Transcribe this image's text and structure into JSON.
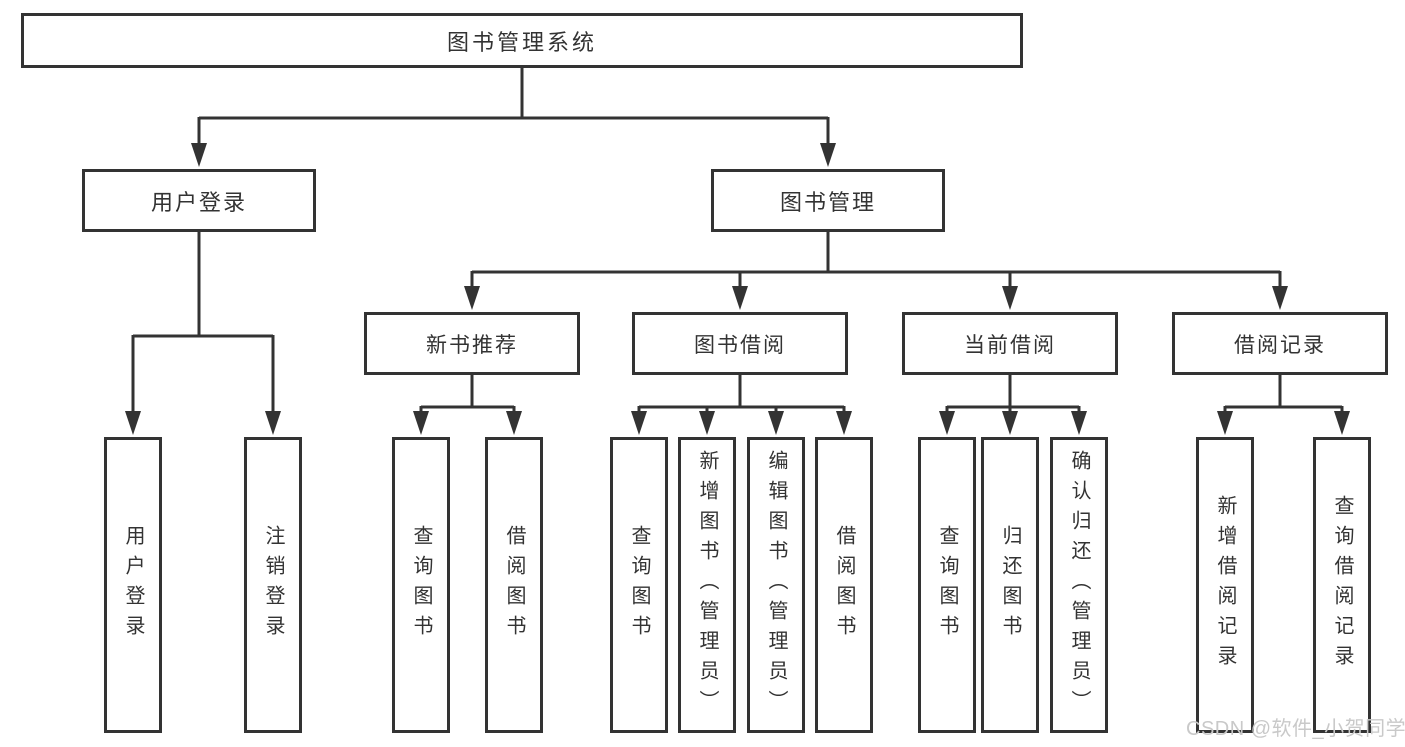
{
  "diagram": {
    "root": {
      "label": "图书管理系统",
      "children": [
        {
          "label": "用户登录",
          "children": [
            {
              "label": "用户登录"
            },
            {
              "label": "注销登录"
            }
          ]
        },
        {
          "label": "图书管理",
          "children": [
            {
              "label": "新书推荐",
              "children": [
                {
                  "label": "查询图书"
                },
                {
                  "label": "借阅图书"
                }
              ]
            },
            {
              "label": "图书借阅",
              "children": [
                {
                  "label": "查询图书"
                },
                {
                  "label": "新增图书（管理员）"
                },
                {
                  "label": "编辑图书（管理员）"
                },
                {
                  "label": "借阅图书"
                }
              ]
            },
            {
              "label": "当前借阅",
              "children": [
                {
                  "label": "查询图书"
                },
                {
                  "label": "归还图书"
                },
                {
                  "label": "确认归还（管理员）"
                }
              ]
            },
            {
              "label": "借阅记录",
              "children": [
                {
                  "label": "新增借阅记录"
                },
                {
                  "label": "查询借阅记录"
                }
              ]
            }
          ]
        }
      ]
    }
  },
  "watermark": {
    "text": "CSDN @软件_小贺同学",
    "color": "#c9c9c9"
  },
  "colors": {
    "line": "#333333",
    "box_border": "#333333",
    "text": "#333333",
    "background": "#ffffff",
    "watermark": "#c9c9c9"
  }
}
